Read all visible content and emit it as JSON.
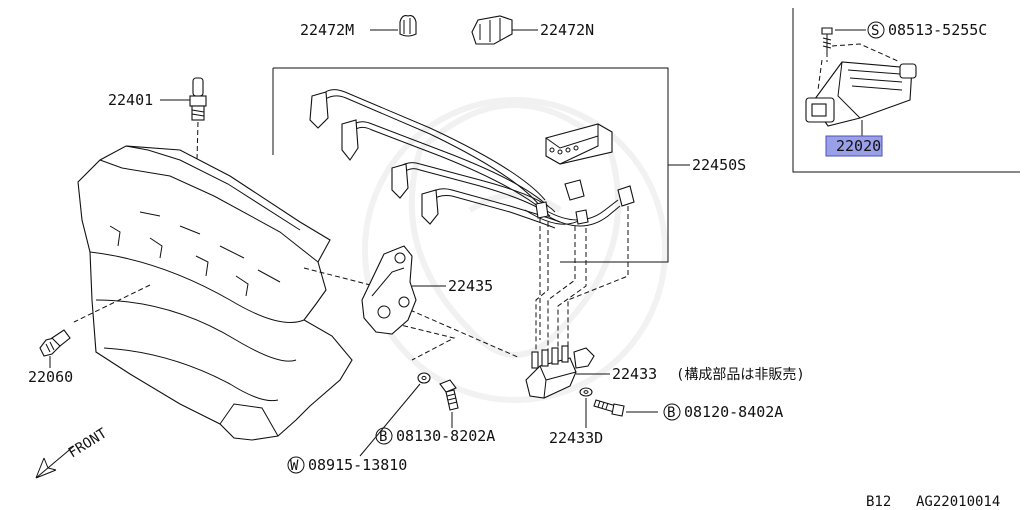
{
  "parts": {
    "p22472m": "22472M",
    "p22472n": "22472N",
    "p22401": "22401",
    "p22450s": "22450S",
    "p22435": "22435",
    "p22060": "22060",
    "p22433": "22433",
    "p22433_note": "(構成部品は非販売)",
    "p22433d": "22433D",
    "p22020": "22020",
    "s_bolt": "08513-5255C",
    "b_bolt_1": "08120-8402A",
    "b_bolt_2": "08130-8202A",
    "w_washer": "08915-13810"
  },
  "markers": {
    "s": "S",
    "b": "B",
    "w": "W"
  },
  "front_label": "FRONT",
  "footer": {
    "page_ref": "B12",
    "drawing_id": "AG22010014"
  },
  "colors": {
    "highlight": "#9aa0e8"
  }
}
